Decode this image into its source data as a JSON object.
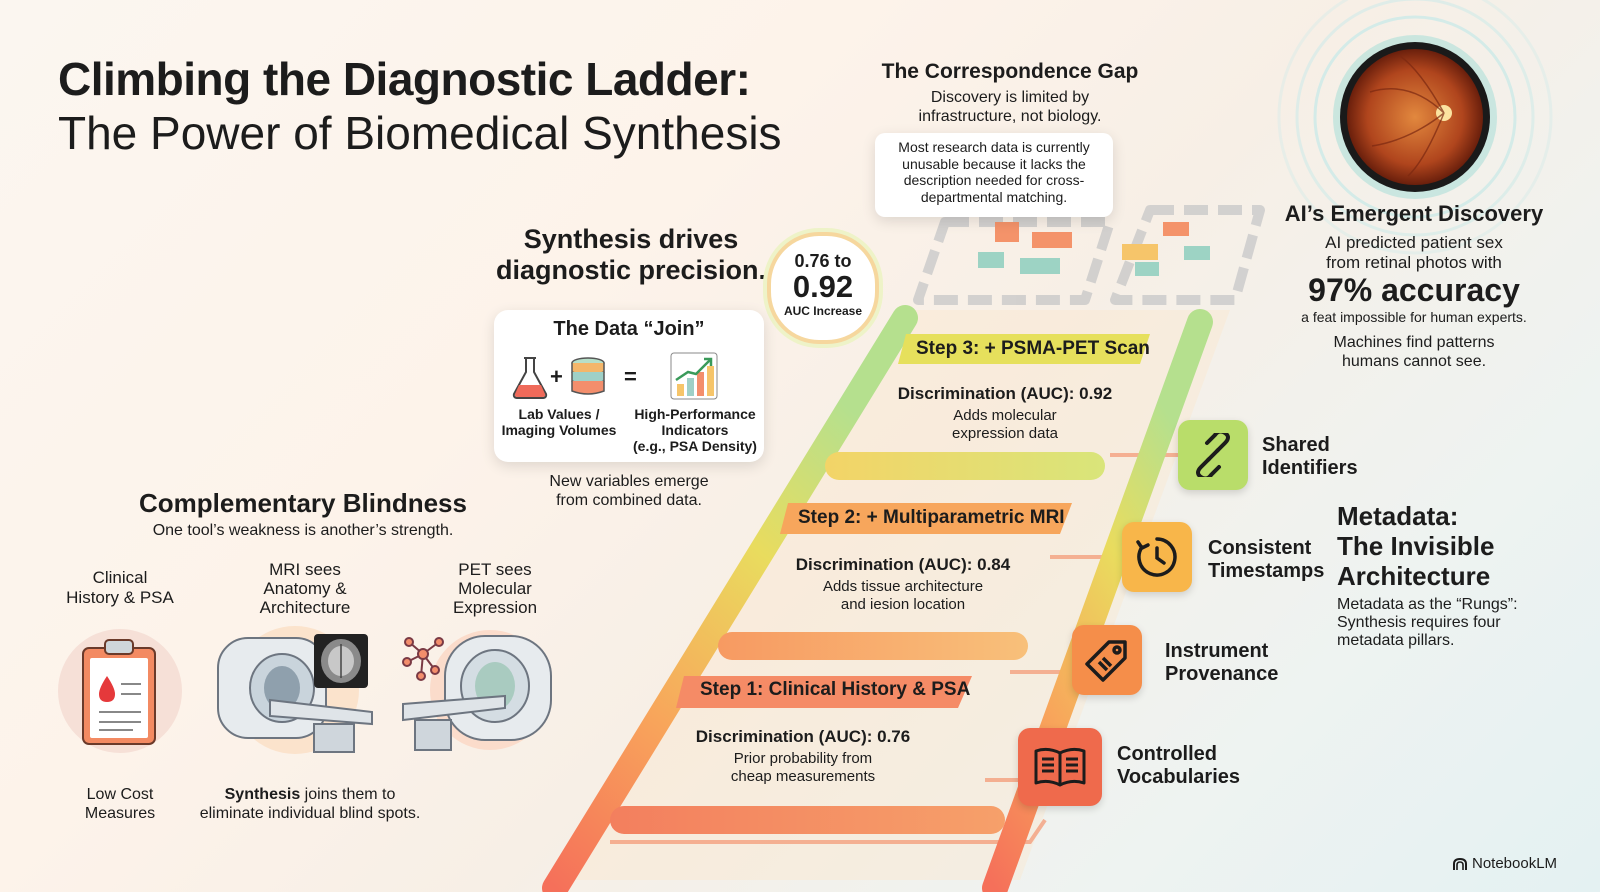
{
  "title": {
    "line1": "Climbing the Diagnostic Ladder:",
    "line2": "The Power of Biomedical Synthesis"
  },
  "correspondence_gap": {
    "heading": "The Correspondence Gap",
    "sub_line1": "Discovery is limited by",
    "sub_line2": "infrastructure, not biology.",
    "note_line1": "Most research data is currently",
    "note_line2": "unusable because it lacks the",
    "note_line3": "description needed for cross-",
    "note_line4": "departmental matching."
  },
  "ai_discovery": {
    "heading": "AI’s Emergent Discovery",
    "line1": "AI predicted patient sex",
    "line2": "from retinal photos with",
    "big": "97% accuracy",
    "line3": "a feat impossible for human experts.",
    "line4": "Machines find patterns",
    "line5": "humans cannot see."
  },
  "synthesis": {
    "heading_line1": "Synthesis drives",
    "heading_line2": "diagnostic precision.",
    "auc_from": "0.76 to",
    "auc_to": "0.92",
    "auc_caption": "AUC Increase",
    "join_title": "The Data “Join”",
    "plus": "+",
    "equals": "=",
    "left_label_line1": "Lab Values /",
    "left_label_line2": "Imaging Volumes",
    "right_label_line1": "High-Performance",
    "right_label_line2": "Indicators",
    "right_label_line3": "(e.g., PSA Density)",
    "caption_line1": "New variables emerge",
    "caption_line2": "from combined data."
  },
  "blindness": {
    "heading": "Complementary Blindness",
    "sub": "One tool’s weakness is another’s strength.",
    "col1_line1": "Clinical",
    "col1_line2": "History & PSA",
    "col2_line1": "MRI sees",
    "col2_line2": "Anatomy &",
    "col2_line3": "Architecture",
    "col3_line1": "PET sees",
    "col3_line2": "Molecular",
    "col3_line3": "Expression",
    "foot1_line1": "Low Cost",
    "foot1_line2": "Measures",
    "foot2_bold": "Synthesis",
    "foot2_rest": " joins them to",
    "foot2_line2": "eliminate individual blind spots."
  },
  "ladder": {
    "steps": [
      {
        "label": "Step 3: + PSMA-PET Scan",
        "auc": "Discrimination (AUC): 0.92",
        "desc_line1": "Adds molecular",
        "desc_line2": "expression data"
      },
      {
        "label": "Step 2: + Multiparametric MRI",
        "auc": "Discrimination (AUC): 0.84",
        "desc_line1": "Adds tissue architecture",
        "desc_line2": "and iesion location"
      },
      {
        "label": "Step 1: Clinical History & PSA",
        "auc": "Discrimination (AUC): 0.76",
        "desc_line1": "Prior probability from",
        "desc_line2": "cheap measurements"
      }
    ]
  },
  "metadata": {
    "heading_line1": "Metadata:",
    "heading_line2": "The Invisible",
    "heading_line3": "Architecture",
    "desc_line1": "Metadata as the “Rungs”:",
    "desc_line2": "Synthesis requires four",
    "desc_line3": "metadata pillars.",
    "pillars": [
      {
        "line1": "Shared",
        "line2": "Identifiers",
        "icon": "link-icon",
        "color": "#b9dd6a"
      },
      {
        "line1": "Consistent",
        "line2": "Timestamps",
        "icon": "clock-icon",
        "color": "#f8b64a"
      },
      {
        "line1": "Instrument",
        "line2": "Provenance",
        "icon": "tag-icon",
        "color": "#f58e4a"
      },
      {
        "line1": "Controlled",
        "line2": "Vocabularies",
        "icon": "book-icon",
        "color": "#ef6a4c"
      }
    ]
  },
  "brand": "NotebookLM"
}
